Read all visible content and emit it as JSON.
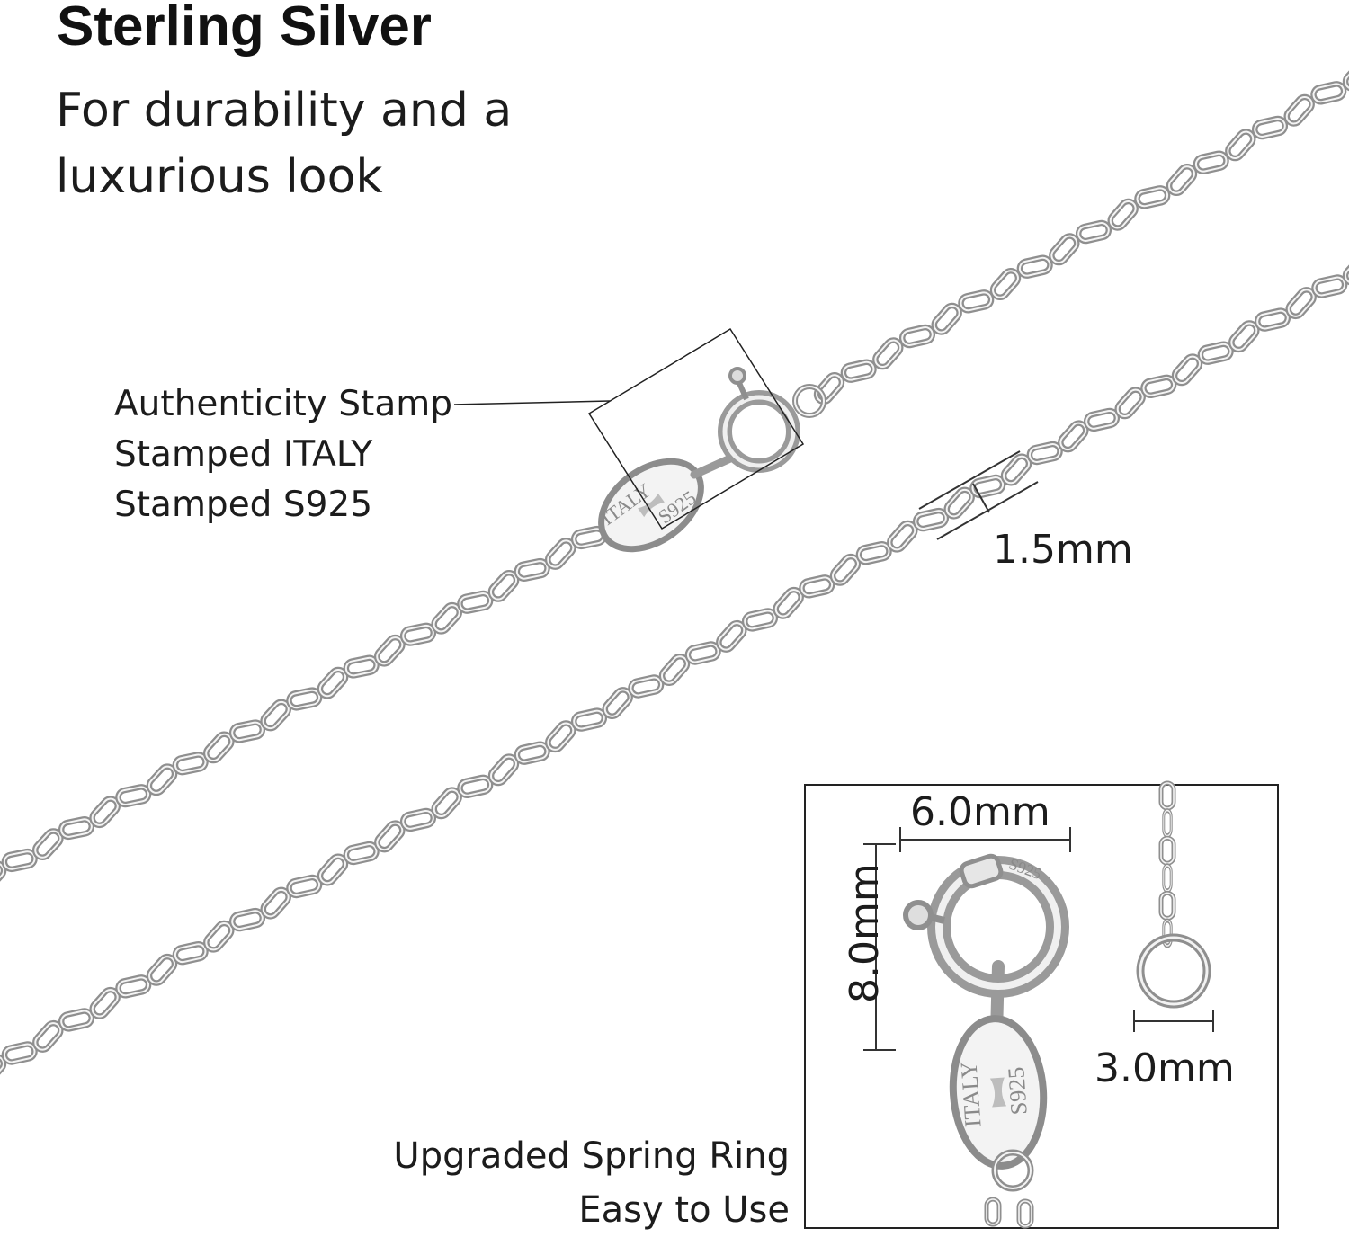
{
  "headline": "Sterling Silver",
  "subline": {
    "line1": "For durability and a",
    "line2": "luxurious look"
  },
  "callout": {
    "line1": "Authenticity Stamp",
    "line2": "Stamped ITALY",
    "line3": "Stamped S925"
  },
  "dimensions": {
    "chain_width": "1.5mm",
    "clasp_width": "6.0mm",
    "clasp_height": "8.0mm",
    "ring_size": "3.0mm"
  },
  "feature": {
    "line1": "Upgraded Spring Ring",
    "line2": "Easy to Use"
  },
  "stamps": {
    "italy": "ITALY",
    "s925": "S925",
    "ring_mark": "S925"
  },
  "colors": {
    "background": "#ffffff",
    "text": "#1c1c1c",
    "silver": "#9a9a9a",
    "silver_highlight": "#f2f2f2"
  }
}
